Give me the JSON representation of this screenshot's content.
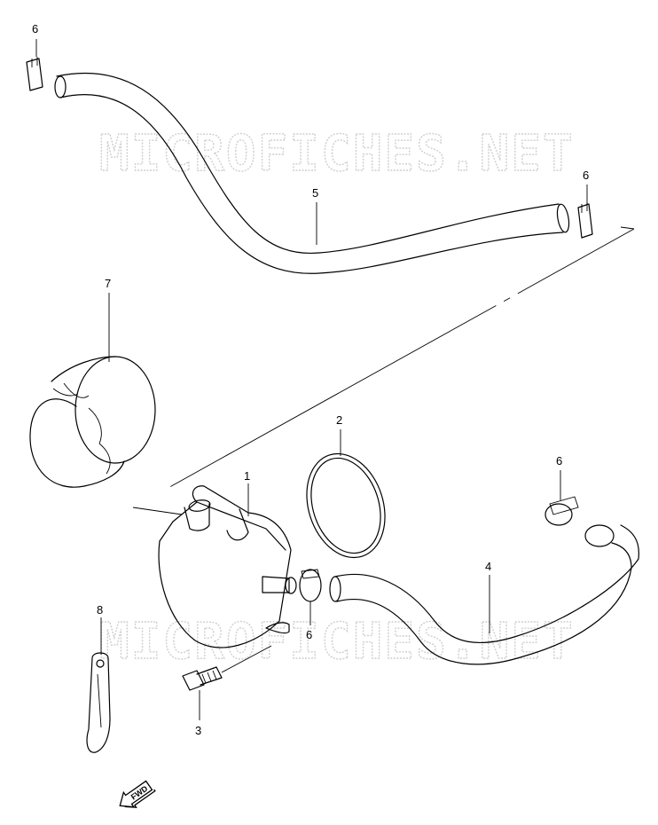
{
  "watermark": "MICROFICHES.NET",
  "fwd_label": "FWD",
  "callouts": {
    "p1": "1",
    "p2": "2",
    "p3": "3",
    "p4": "4",
    "p5": "5",
    "p6a": "6",
    "p6b": "6",
    "p6c": "6",
    "p6d": "6",
    "p7": "7",
    "p8": "8"
  }
}
